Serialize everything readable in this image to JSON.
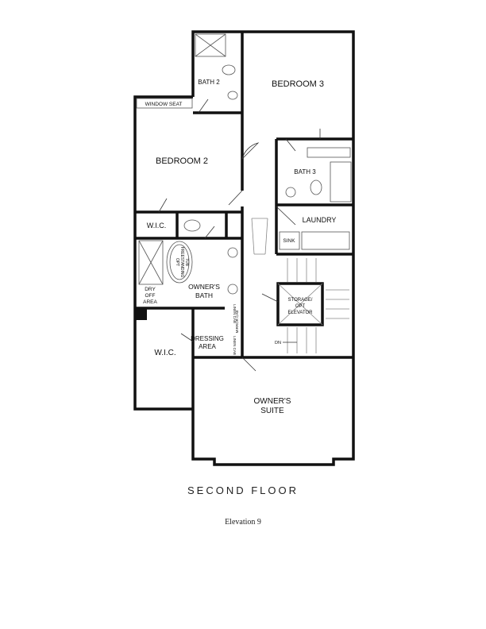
{
  "plan": {
    "title": "SECOND FLOOR",
    "subtitle": "Elevation 9",
    "rooms": {
      "bedroom3": "BEDROOM 3",
      "bath2": "BATH 2",
      "window_seat": "WINDOW SEAT",
      "bedroom2": "BEDROOM 2",
      "bath3": "BATH 3",
      "laundry": "LAUNDRY",
      "sink": "SINK",
      "wic1": "W.I.C.",
      "tub_1": "OPT",
      "tub_2": "FREESTANDING",
      "tub_3": "TUB",
      "owners_bath_1": "OWNER'S",
      "owners_bath_2": "BATH",
      "dry_off_1": "DRY",
      "dry_off_2": "OFF",
      "dry_off_3": "AREA",
      "storage_1": "STORAGE/",
      "storage_2": "OPT",
      "storage_3": "ELEVATOR",
      "dn": "DN",
      "linen_cab": "LINEN CAB",
      "mirror_cab": "MIRROR CAB",
      "linen_cab2": "LINEN CAB",
      "wic2": "W.I.C.",
      "dressing_1": "DRESSING",
      "dressing_2": "AREA",
      "owners_suite_1": "OWNER'S",
      "owners_suite_2": "SUITE"
    }
  }
}
